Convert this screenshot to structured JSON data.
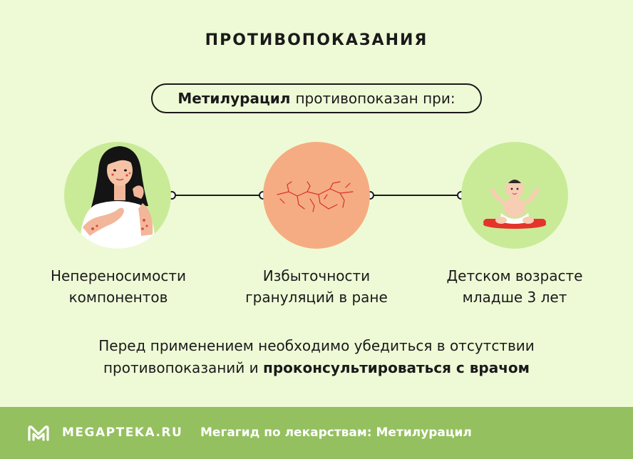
{
  "title": "ПРОТИВОПОКАЗАНИЯ",
  "intro": {
    "bold": "Метилурацил",
    "rest": "противопоказан при:"
  },
  "items": [
    {
      "line1": "Непереносимости",
      "line2": "компонентов",
      "icon": "woman-allergy-illustration"
    },
    {
      "line1": "Избыточности",
      "line2": "грануляций в ране",
      "icon": "cracked-skin-illustration"
    },
    {
      "line1": "Детском возрасте",
      "line2": "младше 3 лет",
      "icon": "baby-illustration"
    }
  ],
  "note": {
    "line1": "Перед применением необходимо убедиться в отсутствии",
    "line2_regular": "противопоказаний и",
    "line2_bold": "проконсультироваться с врачом"
  },
  "footer": {
    "brand": "MEGAPTEKA.RU",
    "tagline": "Мегагид по лекарствам: Метилурацил",
    "logo_icon": "megapteka-logo-icon"
  },
  "colors": {
    "background": "#eefad6",
    "circle_green": "#c9eb98",
    "circle_orange": "#f6ac82",
    "footer": "#94c05f",
    "text": "#1a1a1a"
  }
}
